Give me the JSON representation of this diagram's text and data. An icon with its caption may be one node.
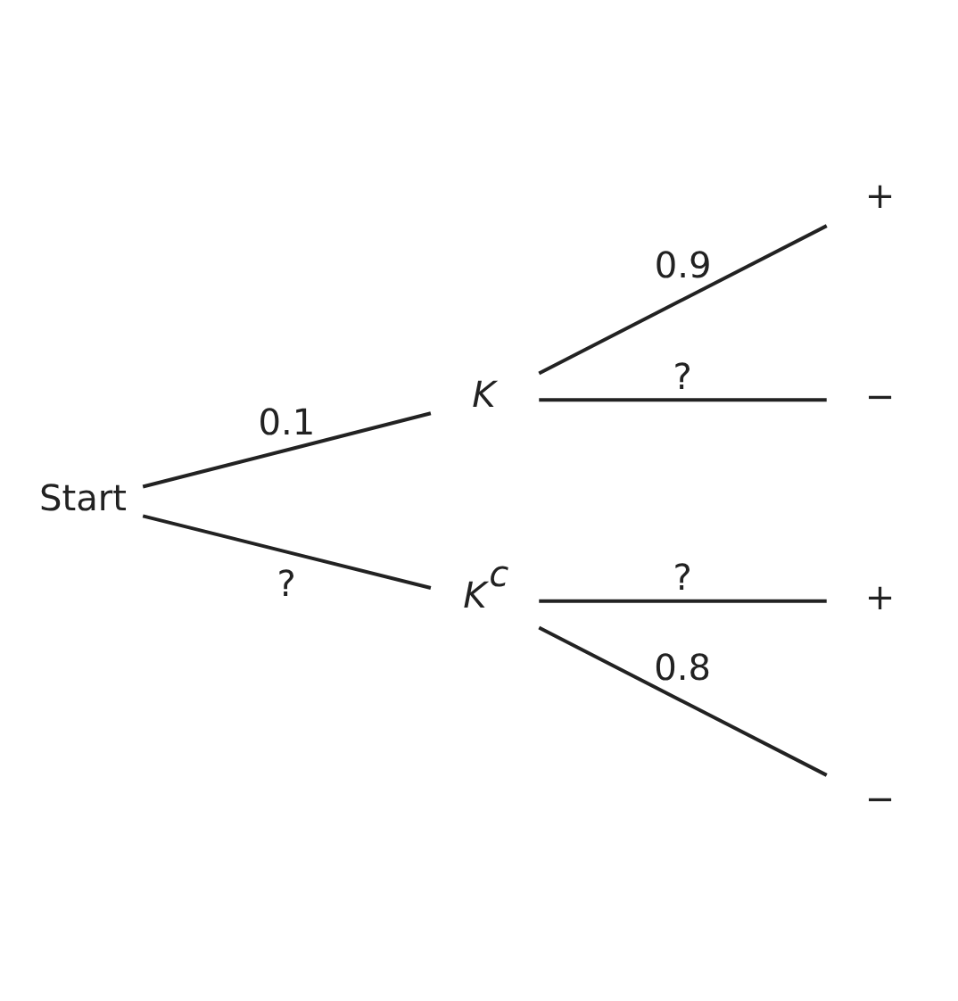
{
  "diagram": {
    "nodes": [
      {
        "text": [
          "Start"
        ]
      },
      {
        "text": [
          "K"
        ]
      },
      {
        "text": [
          "K$^{c}$"
        ]
      },
      {
        "text": [
          "+"
        ]
      },
      {
        "text": [
          "−"
        ]
      },
      {
        "text": [
          "+"
        ]
      },
      {
        "text": [
          "−"
        ]
      }
    ],
    "edges": [
      {
        "from": 0,
        "to": 1,
        "arrow": "none",
        "label": "0.1"
      },
      {
        "from": 0,
        "to": 2,
        "arrow": "none",
        "label": "?"
      },
      {
        "from": 1,
        "to": 3,
        "arrow": "none",
        "label": "0.9"
      },
      {
        "from": 1,
        "to": 4,
        "arrow": "none",
        "label": "?"
      },
      {
        "from": 2,
        "to": 5,
        "arrow": "none",
        "label": "?"
      },
      {
        "from": 2,
        "to": 6,
        "arrow": "none",
        "label": "0.8"
      }
    ]
  }
}
